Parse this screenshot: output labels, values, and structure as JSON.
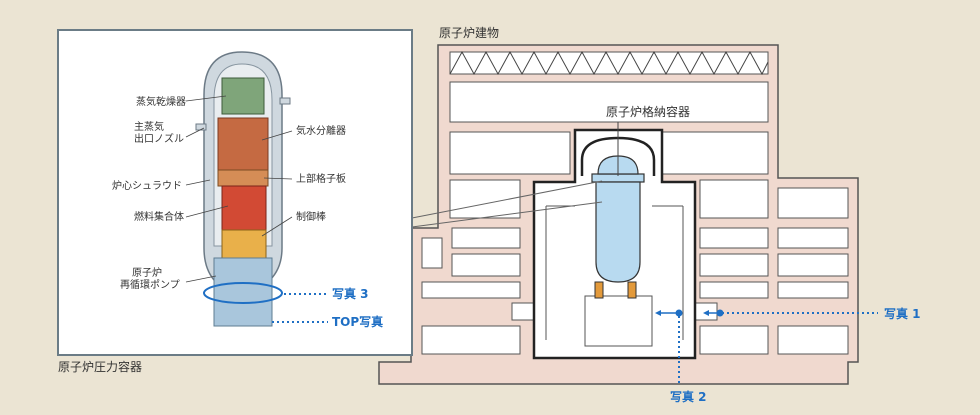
{
  "building": {
    "title": "原子炉建物",
    "containment_label": "原子炉格納容器"
  },
  "vessel": {
    "title": "原子炉圧力容器",
    "parts": {
      "dryer": "蒸気乾燥器",
      "nozzle_line1": "主蒸気",
      "nozzle_line2": "出口ノズル",
      "separator": "気水分離器",
      "shroud": "炉心シュラウド",
      "upper_grid": "上部格子板",
      "fuel": "燃料集合体",
      "control_rod": "制御棒",
      "pump_line1": "原子炉",
      "pump_line2": "再循環ポンプ"
    }
  },
  "photos": {
    "p1": "写真 1",
    "p2": "写真 2",
    "p3": "写真 3",
    "top": "TOP写真"
  },
  "colors": {
    "background": "#ebe4d3",
    "building_wall": "#f0d9cf",
    "building_outline": "#555555",
    "accent_blue": "#1f6fc4",
    "vessel_blue": "#b8daf0"
  }
}
